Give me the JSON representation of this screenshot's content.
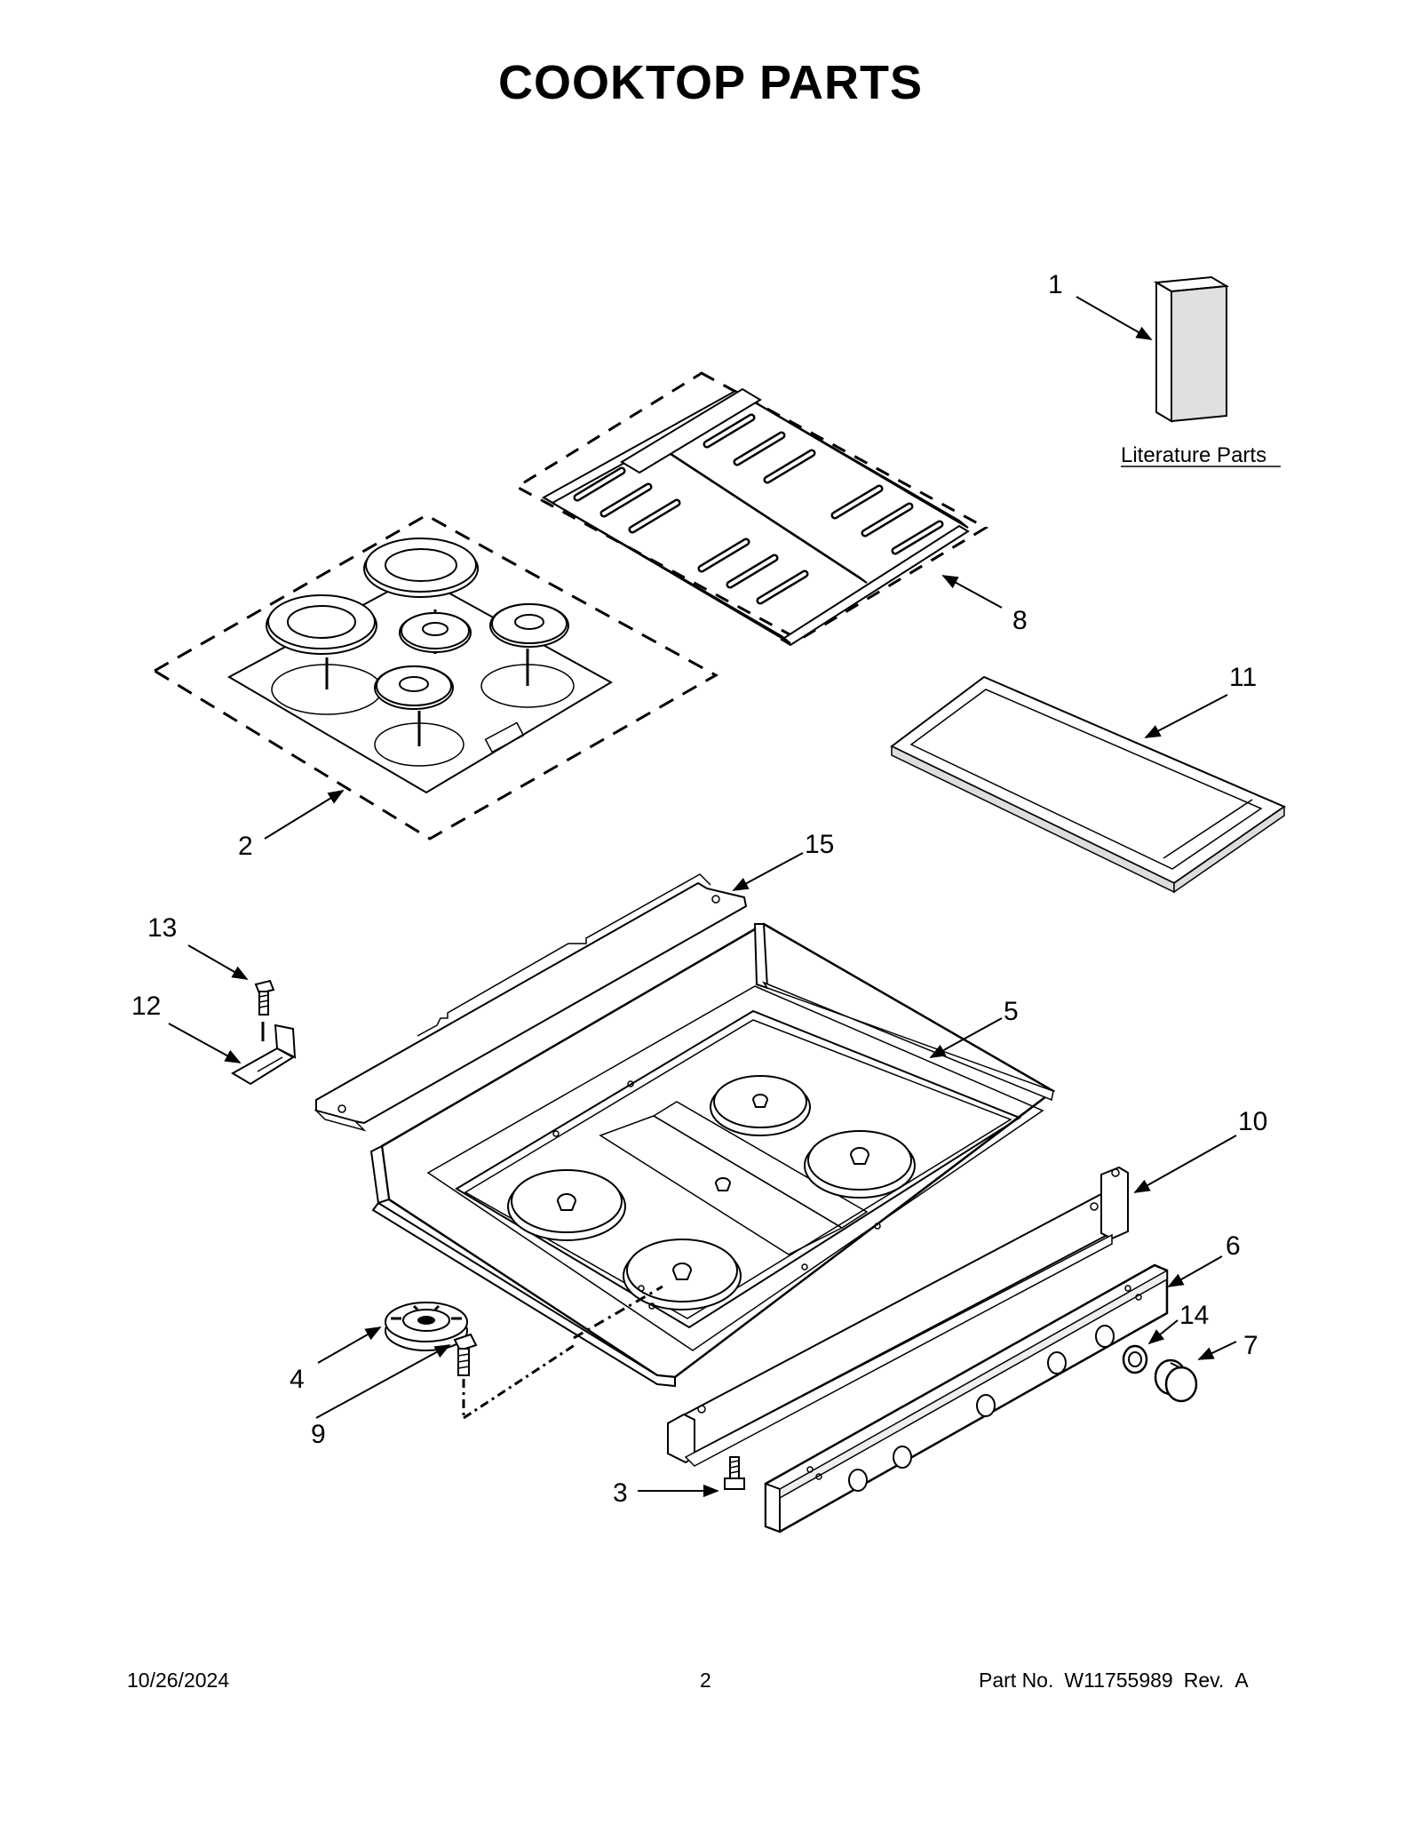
{
  "title": "COOKTOP PARTS",
  "literature_label": "Literature Parts",
  "callouts": {
    "c1": "1",
    "c2": "2",
    "c3": "3",
    "c4": "4",
    "c5": "5",
    "c6": "6",
    "c7": "7",
    "c8": "8",
    "c9": "9",
    "c10": "10",
    "c11": "11",
    "c12": "12",
    "c13": "13",
    "c14": "14",
    "c15": "15"
  },
  "footer": {
    "date": "10/26/2024",
    "page": "2",
    "part_label": "Part No.",
    "part_number": "W11755989",
    "rev_label": "Rev.",
    "rev": "A"
  }
}
